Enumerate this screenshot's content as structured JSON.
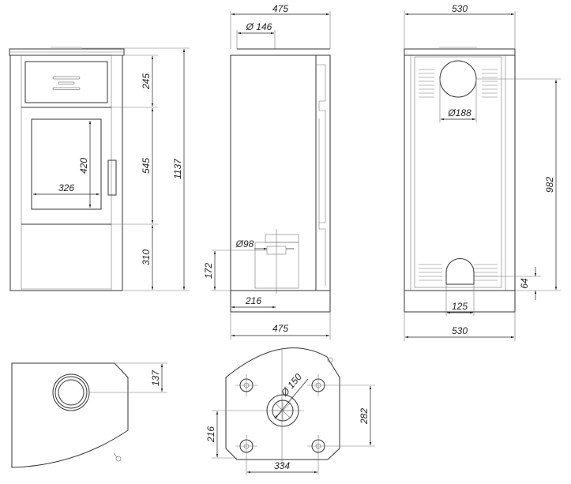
{
  "front_view": {
    "dim_drawer": "245",
    "dim_door": "545",
    "dim_base": "310",
    "dim_total_height": "1137",
    "dim_glass_height": "420",
    "dim_glass_width": "326"
  },
  "side_view": {
    "dim_top_depth": "475",
    "dim_flue_dia": "Ø 146",
    "dim_air_dia": "Ø98",
    "dim_air_height": "172",
    "dim_air_offset": "216",
    "dim_bottom_depth": "475"
  },
  "back_view": {
    "dim_top_width": "530",
    "dim_flue_dia": "Ø188",
    "dim_flue_height": "982",
    "dim_air_height": "64",
    "dim_air_width": "125",
    "dim_bottom_width": "530"
  },
  "top_view": {
    "dim_flue_offset": "137"
  },
  "bottom_view": {
    "dim_flue_dia": "Ø 150",
    "dim_feet_depth": "282",
    "dim_flue_offset": "216",
    "dim_feet_width": "334"
  }
}
